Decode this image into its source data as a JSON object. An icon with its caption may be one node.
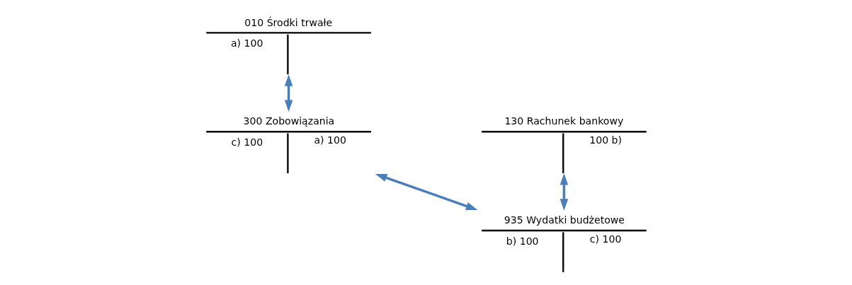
{
  "diagram": {
    "nodes": [
      {
        "text": [
          "010 Środki trwałe",
          "a) 100"
        ]
      },
      {
        "text": [
          "130 Rachunek bankowy",
          "100 b)"
        ]
      },
      {
        "text": [
          "300 Zobowiązania",
          "c) 100",
          "a) 100"
        ]
      },
      {
        "text": [
          "935 Wydatki budżetowe",
          "b) 100",
          "c) 100"
        ]
      }
    ],
    "edges": [
      {
        "from": 0,
        "to": 2,
        "arrow": "both"
      },
      {
        "from": 1,
        "to": 3,
        "arrow": "both"
      },
      {
        "from": 3,
        "to": 2,
        "arrow": "both"
      }
    ]
  }
}
